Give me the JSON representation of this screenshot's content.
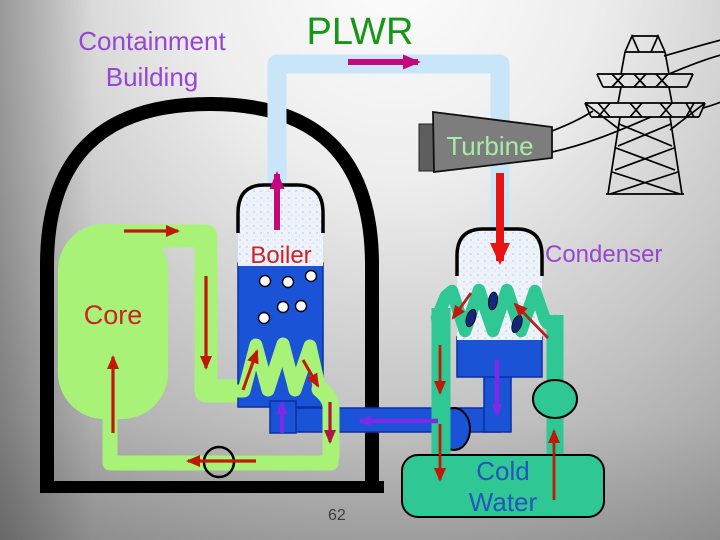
{
  "slide": {
    "title": "PLWR",
    "page_number": "62"
  },
  "diagram": {
    "labels": {
      "containment": "Containment Building",
      "turbine": "Turbine",
      "boiler": "Boiler",
      "condenser": "Condenser",
      "core": "Core",
      "cold_water": "Cold Water"
    },
    "colors": {
      "title_green": "#169616",
      "label_purple": "#9845d0",
      "label_red": "#cc2222",
      "turbine_label_green": "#a6eda6",
      "cold_water_label_blue": "#2456bb",
      "primary_loop_green": "#a8f278",
      "water_blue": "#1a53d6",
      "steam_pipe_blue": "#c8e6f8",
      "cooling_teal": "#2fc894",
      "turbine_gray": "#7d7d7d",
      "red_arrow": "#c21807",
      "bright_red_arrow": "#e81313",
      "magenta_arrow": "#c4087c",
      "purple_arrow": "#7d2ae8",
      "structure_black": "#000000"
    }
  }
}
